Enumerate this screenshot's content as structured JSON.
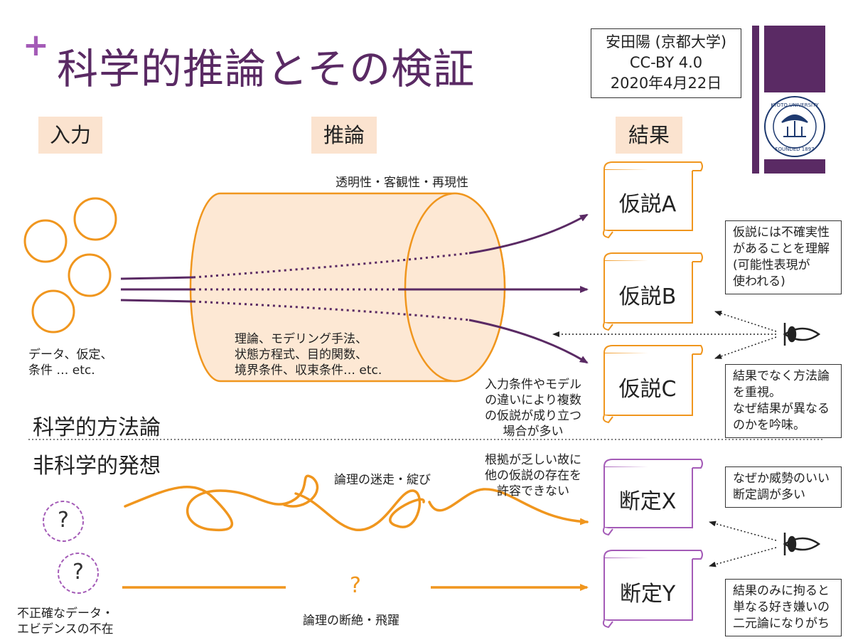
{
  "slide": {
    "title": "科学的推論とその検証",
    "credit": [
      "安田陽 (京都大学)",
      "CC-BY 4.0",
      "2020年4月22日"
    ]
  },
  "logo": {
    "text": "KYOTO UNIVERSITY  FOUNDED 1897"
  },
  "headers": {
    "input": "入力",
    "inference": "推論",
    "result": "結果"
  },
  "scientific": {
    "inputs_label": [
      "データ、仮定、",
      "条件 … etc."
    ],
    "cylinder_top_label": "透明性・客観性・再現性",
    "cylinder_methods": [
      "理論、モデリング手法、",
      "状態方程式、目的関数、",
      "境界条件、収束条件… etc."
    ],
    "hypotheses": [
      "仮説A",
      "仮説B",
      "仮説C"
    ],
    "multi_hypothesis_note": [
      "入力条件やモデル",
      "の違いにより複数",
      "の仮説が成り立つ",
      "場合が多い"
    ],
    "note_uncertainty": [
      "仮説には不確実性",
      "があることを理解",
      " (可能性表現が",
      "  使われる)"
    ],
    "note_method": [
      "結果でなく方法論",
      "を重視。",
      "なぜ結果が異なる",
      "のかを吟味。"
    ],
    "section_label": "科学的方法論"
  },
  "nonscientific": {
    "section_label": "非科学的発想",
    "logic_wander": "論理の迷走・綻び",
    "logic_break": "論理の断絶・飛躍",
    "no_evidence_label": [
      "不正確なデータ・",
      "エビデンスの不在"
    ],
    "intolerance_note": [
      "根拠が乏しい故に",
      "他の仮説の存在を",
      "許容できない"
    ],
    "assertions": [
      "断定X",
      "断定Y"
    ],
    "note_authority": [
      "なぜか威勢のいい",
      "断定調が多い"
    ],
    "note_binary": [
      "結果のみに拘ると",
      "単なる好き嫌いの",
      "二元論になりがち"
    ],
    "question_mark": "?"
  },
  "colors": {
    "purple": "#5a2a64",
    "orange": "#f0961e",
    "cylinder_fill": "#fde8d4",
    "header_fill": "#fbe3cf"
  }
}
